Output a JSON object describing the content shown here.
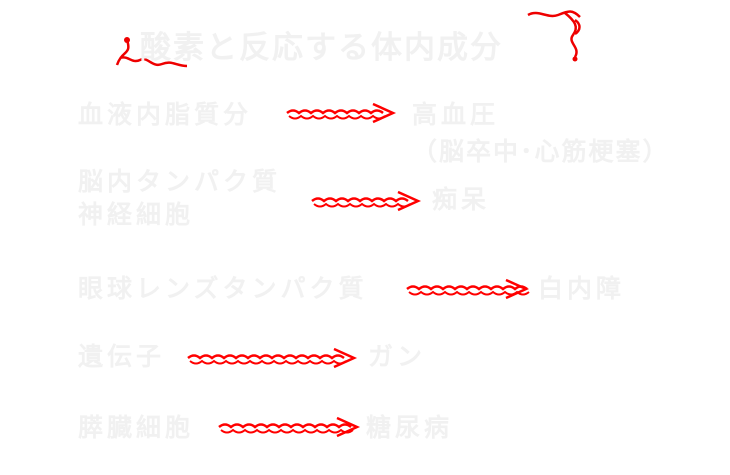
{
  "title": "酸素と反応する体内成分",
  "rows": [
    {
      "source": "血液内脂質分",
      "result": "高血圧",
      "note": "（脳卒中･心筋梗塞）"
    },
    {
      "source_line1": "脳内タンパク質",
      "source_line2": "神経細胞",
      "result": "痴呆"
    },
    {
      "source": "眼球レンズタンパク質",
      "result": "白内障"
    },
    {
      "source": "遺伝子",
      "result": "ガン"
    },
    {
      "source": "膵臓細胞",
      "result": "糖尿病"
    }
  ],
  "colors": {
    "text": "#f1f1f1",
    "arrow": "#ff0000",
    "background": "#ffffff"
  }
}
